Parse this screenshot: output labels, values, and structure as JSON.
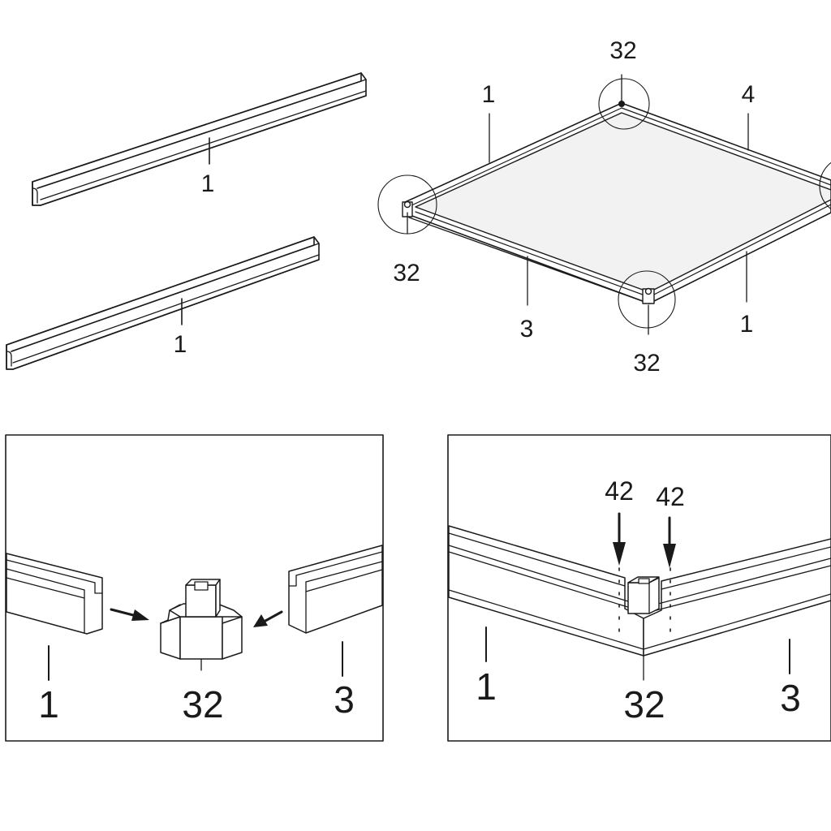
{
  "labels": {
    "rail_upper": "1",
    "rail_lower": "1",
    "frame_corner_top": "32",
    "frame_corner_left": "32",
    "frame_corner_bottom": "32",
    "frame_side_top_left": "1",
    "frame_side_top_right": "4",
    "frame_side_bottom_left": "3",
    "frame_side_bottom_right": "1",
    "detail1_left": "1",
    "detail1_connector": "32",
    "detail1_right": "3",
    "detail2_left": "1",
    "detail2_connector": "32",
    "detail2_right": "3",
    "detail2_arrow_left": "42",
    "detail2_arrow_right": "42"
  }
}
